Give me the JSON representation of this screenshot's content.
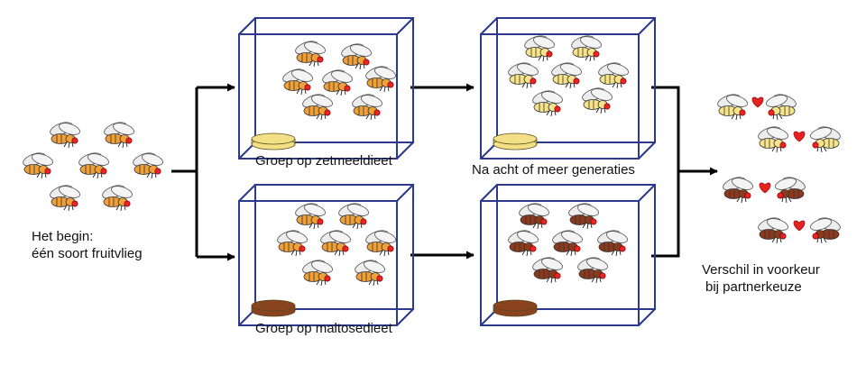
{
  "labels": {
    "start_line1": "Het begin:",
    "start_line2": "één soort fruitvlieg",
    "starch_group": "Groep op zetmeeldieet",
    "maltose_group": "Groep op maltosedieet",
    "generations": "Na acht of meer generaties",
    "result_line1": "Verschil in voorkeur",
    "result_line2": "bij partnerkeuze"
  },
  "colors": {
    "box": "#2b3a8f",
    "arrow": "#000000",
    "fly_orange": "#f0a038",
    "fly_pale_yellow": "#f6e38a",
    "fly_brown": "#8b3a1e",
    "food_starch": "#f3df86",
    "food_maltose": "#8a4320",
    "heart": "#e32222"
  },
  "icons": [
    "fruit-fly-icon",
    "food-dish-icon",
    "heart-icon",
    "arrow-icon"
  ]
}
